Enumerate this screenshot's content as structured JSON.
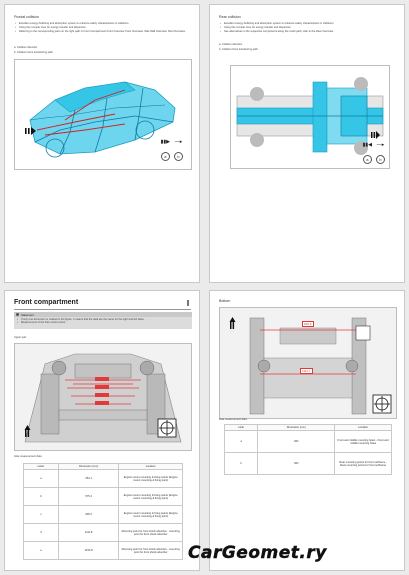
{
  "page1": {
    "title": "Frontal collision",
    "bullets": [
      "Excellent energy-buffering and absorption system to enhance safety characteristics in collisions.",
      "Using the crumple zone for energy transfer and dispersion.",
      "Referring to the corresponding parts on the right path in Front Compartment Front Overview, Floor Overview, Side Wall Overview, Roof Overview."
    ],
    "collision_dir": "a. Collision direction",
    "transfer_path": "b. Collision force transferring path",
    "labels": [
      "a",
      "b"
    ]
  },
  "page2": {
    "title": "Rear collision",
    "bullets": [
      "Excellent energy-buffering and absorption system to enhance safety characteristics in collisions.",
      "Using the crumple zone for energy transfer and dispersion.",
      "See alternatives in the respective components along the crash path; refer to the Rear Overview."
    ],
    "collision_dir": "a. Collision direction",
    "transfer_path": "b. Collision force transferring path",
    "labels": [
      "a",
      "b"
    ]
  },
  "page3": {
    "title": "Front compartment",
    "note_label": "Statement",
    "notes": [
      "If only one dimension is marked in the figure, it means that the data are the same for the right and left sides.",
      "Measurement of the hole center points."
    ],
    "sub": "Upper part",
    "table_title": "Hole measurement data",
    "columns": [
      "Letter",
      "Dimension (mm)",
      "Location"
    ],
    "rows": [
      {
        "letter": "a",
        "dim": "654.1",
        "loc": "Engine mount mounting & fixing points (Engine mount mounting & fixing point)"
      },
      {
        "letter": "b",
        "dim": "575.4",
        "loc": "Engine mount mounting & fixing points (Engine mount mounting & fixing point)"
      },
      {
        "letter": "c",
        "dim": "906.2",
        "loc": "Engine mount mounting & fixing points (Engine mount mounting & fixing point)"
      },
      {
        "letter": "d",
        "dim": "1111.8",
        "loc": "Mounting point for front shock absorber - mounting point for front shock absorber"
      },
      {
        "letter": "e",
        "dim": "1153.8",
        "loc": "Mounting point for front shock absorber - mounting point for front shock absorber"
      }
    ]
  },
  "page4": {
    "title": "Bottom",
    "dims": [
      "600.5",
      "1111.7"
    ],
    "table_title": "Hole measurement data",
    "columns": [
      "Hole",
      "Dimension (mm)",
      "Location"
    ],
    "rows": [
      {
        "letter": "a",
        "dim": "964",
        "loc": "Front and middle mounting holes - Front and middle mounting holes"
      },
      {
        "letter": "b",
        "dim": "964",
        "loc": "Rear mounting points for front subframe - Rear mounting points for front subframe"
      }
    ]
  },
  "watermark": "CarGeomet.ry",
  "colors": {
    "accent": "#e23a3a",
    "body_blue": "#35c5e6",
    "note_bg": "#d6d6d6"
  }
}
